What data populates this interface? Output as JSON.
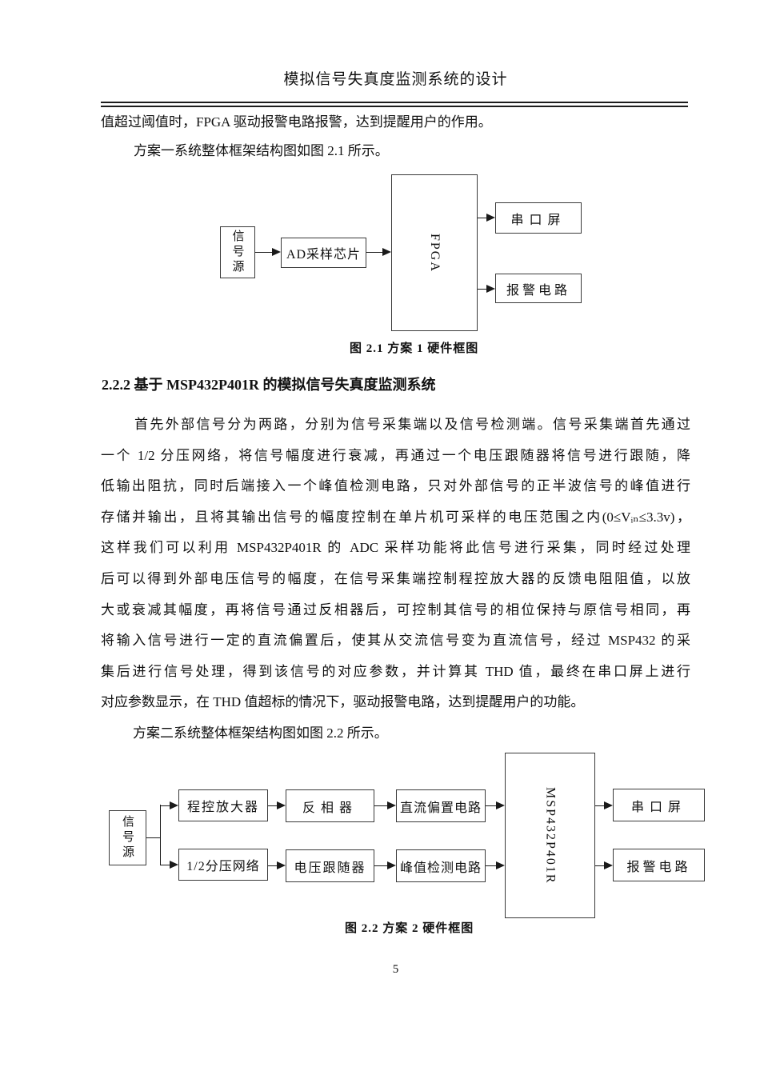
{
  "header": {
    "title": "模拟信号失真度监测系统的设计"
  },
  "intro": {
    "line1": "值超过阈值时，FPGA 驱动报警电路报警，达到提醒用户的作用。",
    "line2": "方案一系统整体框架结构图如图 2.1 所示。"
  },
  "figure1": {
    "caption": "图 2.1  方案 1 硬件框图",
    "boxes": {
      "signal_source": "信号源",
      "adc": "AD采样芯片",
      "fpga": "FPGA",
      "serial_screen": "串口屏",
      "alarm": "报警电路"
    }
  },
  "section": {
    "heading": "2.2.2 基于 MSP432P401R 的模拟信号失真度监测系统"
  },
  "paragraph": {
    "lines": [
      "首先外部信号分为两路，分别为信号采集端以及信号检测端。信号采集端首先通过",
      "一个 1/2 分压网络，将信号幅度进行衰减，再通过一个电压跟随器将信号进行跟随，降",
      "低输出阻抗，同时后端接入一个峰值检测电路，只对外部信号的正半波信号的峰值进行",
      "存储并输出，且将其输出信号的幅度控制在单片机可采样的电压范围之内(0≤Vᵢₙ≤3.3v)，",
      "这样我们可以利用 MSP432P401R 的 ADC 采样功能将此信号进行采集，同时经过处理",
      "后可以得到外部电压信号的幅度，在信号采集端控制程控放大器的反馈电阻阻值，以放",
      "大或衰减其幅度，再将信号通过反相器后，可控制其信号的相位保持与原信号相同，再",
      "将输入信号进行一定的直流偏置后，使其从交流信号变为直流信号，经过 MSP432 的采",
      "集后进行信号处理，得到该信号的对应参数，并计算其 THD 值，最终在串口屏上进行",
      "对应参数显示，在 THD 值超标的情况下，驱动报警电路，达到提醒用户的功能。"
    ],
    "scheme2_line": "方案二系统整体框架结构图如图 2.2 所示。"
  },
  "figure2": {
    "caption": "图 2.2  方案 2 硬件框图",
    "boxes": {
      "signal_source": "信号源",
      "pga": "程控放大器",
      "inverter": "反相器",
      "dc_offset": "直流偏置电路",
      "divider": "1/2分压网络",
      "follower": "电压跟随器",
      "peak_detect": "峰值检测电路",
      "mcu": "MSP432P401R",
      "serial_screen": "串口屏",
      "alarm": "报警电路"
    }
  },
  "page": {
    "number": "5"
  }
}
